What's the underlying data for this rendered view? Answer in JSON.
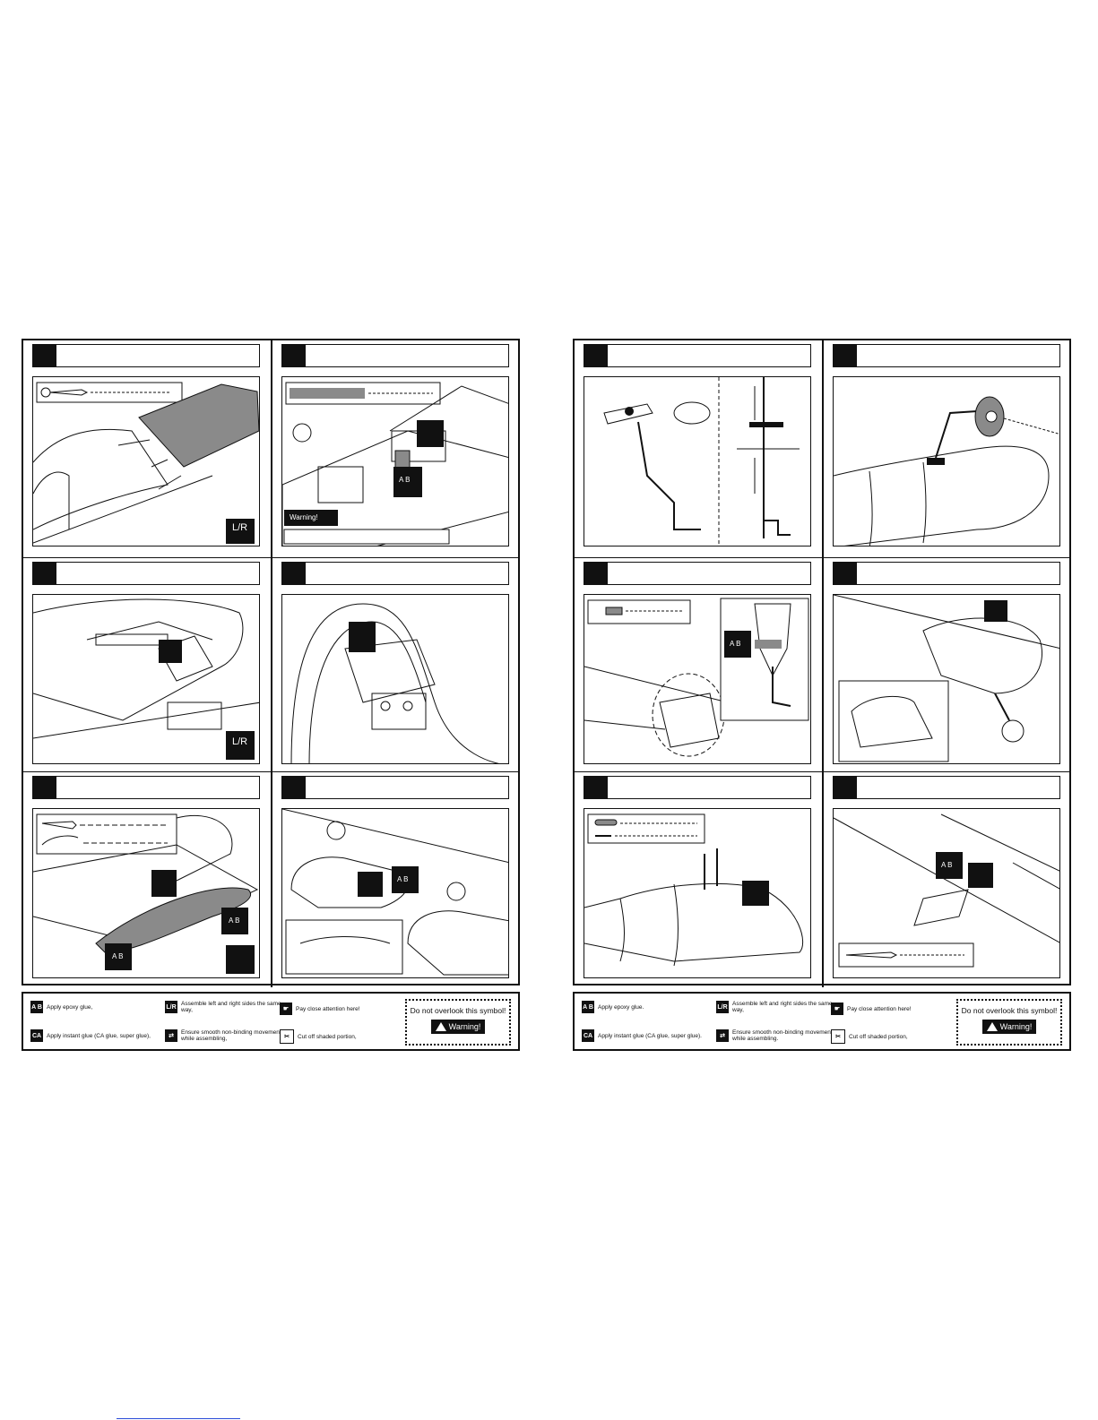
{
  "legend": {
    "epoxy": "Apply epoxy glue.",
    "epoxy_left": "Apply epoxy glue,",
    "ca": "Apply instant glue (CA glue, super glue),",
    "ca_right": "Apply instant glue (CA glue, super glue).",
    "lr_left": "Assemble left and right sides the same way,",
    "lr_right": "Assemble left and right sides the same way,",
    "smooth": "Ensure smooth non-binding movement while assembling,",
    "smooth_right": "Ensure smooth non-binding movement while assembling.",
    "attention_left": "Pay close attention here!",
    "attention_right": "Pay close attention here!",
    "cut": "Cut off shaded portion,",
    "warn_title": "Do not overlook this symbol!",
    "warn_label": "Warning!",
    "icon_ab": "A B",
    "icon_ca": "CA",
    "icon_lr": "L/R"
  },
  "labels": {
    "warning": "Warning!",
    "ab": "A B",
    "lr": "L/R"
  },
  "icons": {
    "attention": "pointing-hand-icon",
    "glue": "glue-tube-icon",
    "lr": "left-right-icon"
  }
}
